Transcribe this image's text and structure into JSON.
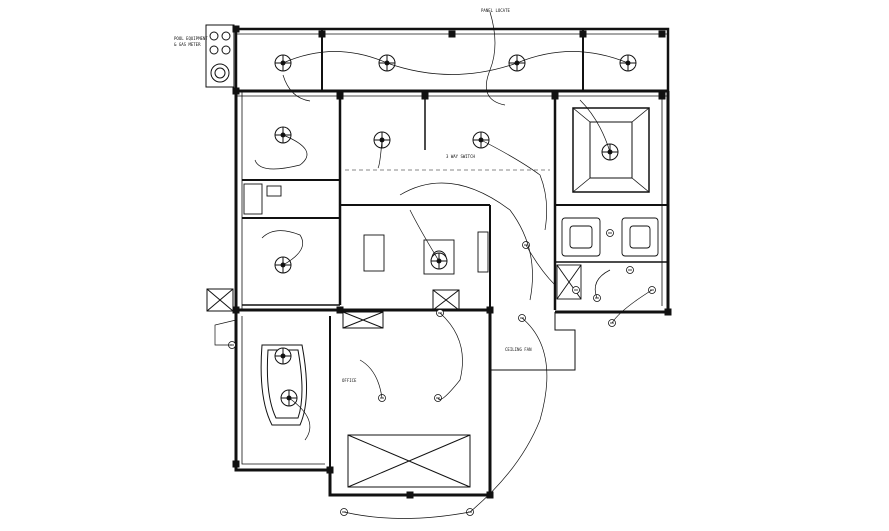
{
  "drawing": {
    "labels": {
      "top_note": "PANEL LOCATE",
      "side_note_1": "POOL EQUIPMENT",
      "side_note_2": "& GAS METER",
      "center_note": "3 WAY SWITCH",
      "bottom_note": "CEILING FAN",
      "room_note": "OFFICE"
    }
  },
  "colors": {
    "line": "#111111",
    "background": "#ffffff"
  }
}
